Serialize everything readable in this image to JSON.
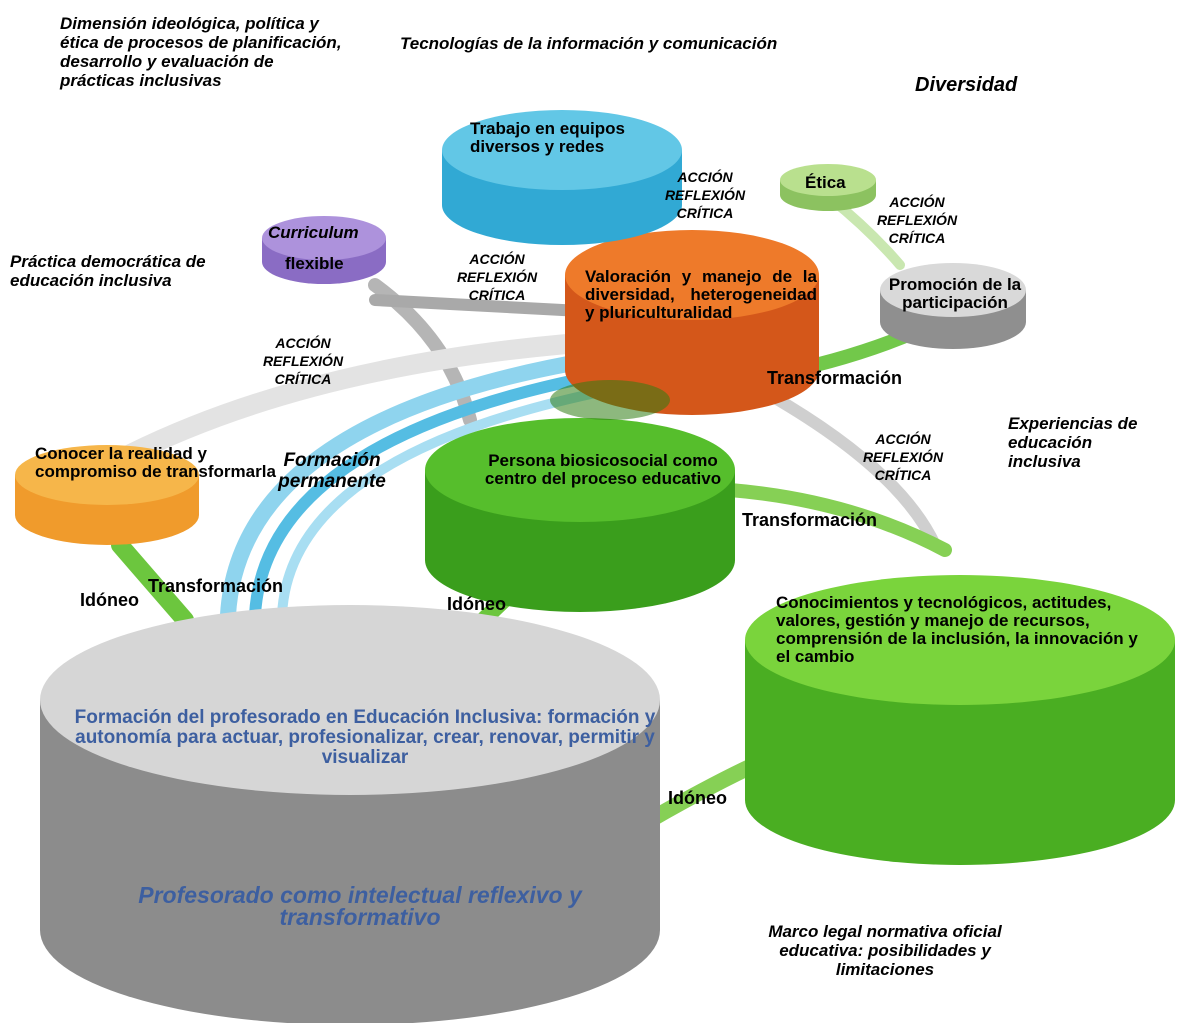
{
  "context_labels": {
    "dimension": "Dimensión ideológica, política y ética de procesos de planificación, desarrollo y evaluación de prácticas inclusivas",
    "tic": "Tecnologías de la información y comunicación",
    "diversidad": "Diversidad",
    "practica": "Práctica democrática de educación inclusiva",
    "experiencias": "Experiencias de educación inclusiva",
    "marco": "Marco legal normativa oficial educativa: posibilidades y limitaciones"
  },
  "nodes": {
    "trabajo": "Trabajo en equipos diversos y redes",
    "etica": "Ética",
    "curriculum_top": "Curriculum",
    "curriculum_bottom": "flexible",
    "valoracion": "Valoración y manejo de la diversidad, heterogeneidad y pluriculturalidad",
    "promocion": "Promoción de la participación",
    "conocer": "Conocer la realidad y compromiso de transformarla",
    "persona": "Persona biosicosocial como centro del proceso educativo",
    "conocimientos": "Conocimientos y tecnológicos, actitudes, valores, gestión y manejo de recursos, comprensión de la inclusión, la innovación y el cambio",
    "formacion_top": "Formación del profesorado en Educación Inclusiva: formación y autonomía para actuar, profesionalizar, crear, renovar, permitir y visualizar",
    "formacion_bottom": "Profesorado como intelectual reflexivo y transformativo"
  },
  "accion_label": [
    "ACCIÓN",
    "REFLEXIÓN",
    "CRÍTICA"
  ],
  "connector_labels": {
    "formacion_permanente": "Formación permanente",
    "transformacion": "Transformación",
    "idoneo": "Idóneo"
  },
  "colors": {
    "blue_top": "#62c7e6",
    "blue_side": "#31a9d4",
    "purple_top": "#ad92dc",
    "purple_side": "#8a6cc4",
    "green_light": "#9ad36a",
    "orange_top": "#ee7a2a",
    "orange_side": "#d4571a",
    "gray_top": "#d6d6d6",
    "gray_side": "#8c8c8c",
    "yellow_top": "#f6b64a",
    "yellow_side": "#f09b2c",
    "green_top": "#56be2c",
    "green_side": "#3a9e1c",
    "bright_green_top": "#7ad43c",
    "bright_green_side": "#4aae22",
    "title_blue": "#3d5fa0"
  }
}
